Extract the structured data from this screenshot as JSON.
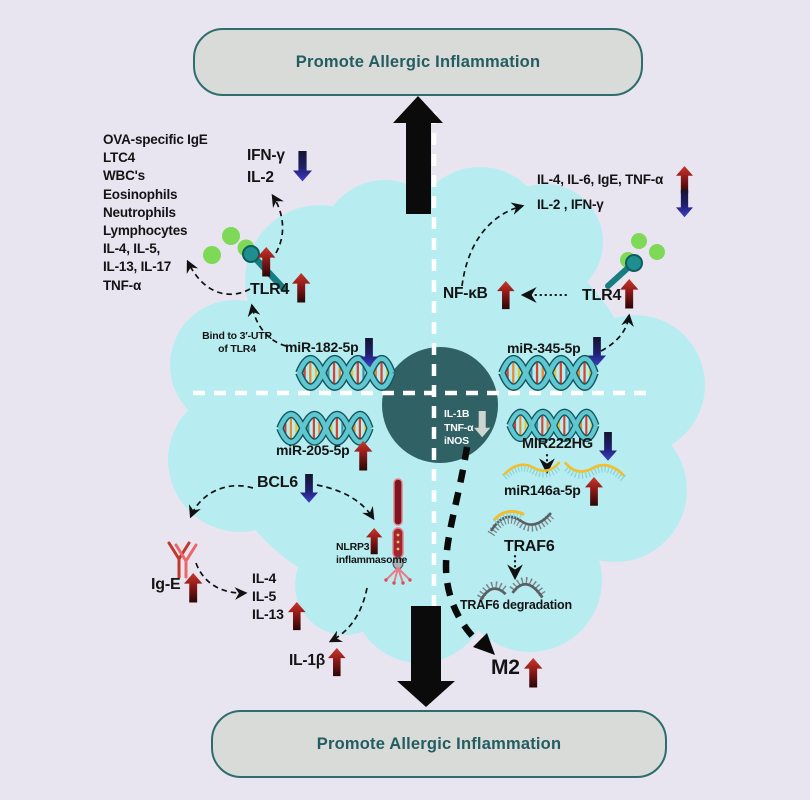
{
  "banners": {
    "top_label": "Promote Allergic Inflammation",
    "bottom_label": "Promote Allergic Inflammation"
  },
  "cell": {
    "left_effects": {
      "lines": [
        "OVA-specific IgE",
        "LTC4",
        "WBC's",
        "Eosinophils",
        "Neutrophils",
        "Lymphocytes",
        "IL-4, IL-5,",
        " IL-13, IL-17",
        "TNF-α"
      ]
    },
    "top_left": {
      "ifn": "IFN-γ",
      "il2": "IL-2",
      "tlr4": "TLR4",
      "bind_note_line1": "Bind to 3′-UTR",
      "bind_note_line2": "of TLR4",
      "mirna": "miR-182-5p"
    },
    "top_right": {
      "cytokines_up": "IL-4, IL-6, IgE, TNF-α",
      "cytokines_down": "IL-2 , IFN-γ",
      "nfkb": "NF-κB",
      "tlr4": "TLR4",
      "mirna": "miR-345-5p"
    },
    "nucleus": {
      "line1": "IL-1B",
      "line2": "TNF-α",
      "line3": "iNOS"
    },
    "bottom_left": {
      "mirna": "miR-205-5p",
      "bcl6": "BCL6",
      "nlrp3_line1": "NLRP3",
      "nlrp3_line2": "inflammasome",
      "ige": "Ig-E",
      "il4": "IL-4",
      "il5": "IL-5",
      "il13": "IL-13",
      "il1b": "IL-1β"
    },
    "bottom_right": {
      "lncrna": "MIR222HG",
      "mirna": "miR146a-5p",
      "traf6": "TRAF6",
      "traf6_degradation": "TRAF6 degradation",
      "m2": "M2"
    }
  },
  "colors": {
    "background": "#e8e5f1",
    "cell_fill": "#b7edf1",
    "nucleus_fill": "#2f6165",
    "banner_fill": "#d9dbd8",
    "banner_border": "#2e6d6d",
    "banner_text": "#235d61",
    "arrow_up_red": "#8c1818",
    "arrow_down_blue": "#2a2aa0",
    "arrow_grey": "#cdd5d2",
    "ligand_green": "#7ed957",
    "receptor_teal": "#177d82",
    "helix_teal": "#5ec7d0",
    "rna_yellow": "#f1bf2e",
    "antibody_red": "#d64545"
  }
}
